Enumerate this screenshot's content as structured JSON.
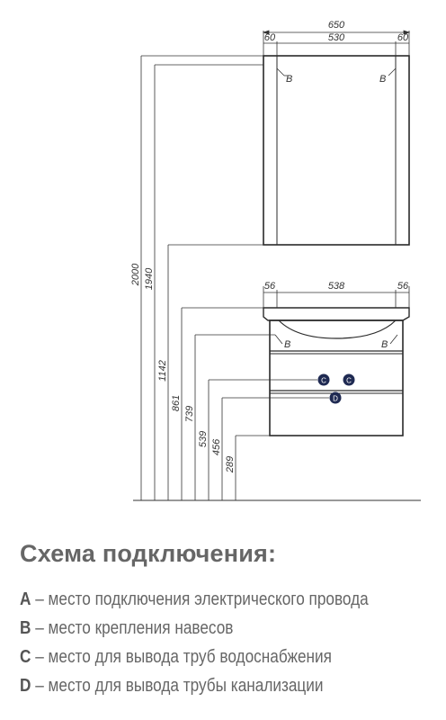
{
  "dimensions": {
    "mirror_total": "650",
    "mirror_side_left": "60",
    "mirror_inner": "530",
    "mirror_side_right": "60",
    "vanity_side_left": "56",
    "vanity_inner": "538",
    "vanity_side_right": "56",
    "h_2000": "2000",
    "h_1940": "1940",
    "h_1142": "1142",
    "h_861": "861",
    "h_739": "739",
    "h_539": "539",
    "h_456": "456",
    "h_289": "289"
  },
  "markers": {
    "b": "B",
    "c": "C",
    "d": "D"
  },
  "legend": {
    "title": "Схема подключения:",
    "items": [
      {
        "letter": "A",
        "text": " – место подключения электрического провода"
      },
      {
        "letter": "B",
        "text": " – место крепления навесов"
      },
      {
        "letter": "C",
        "text": " – место для вывода труб водоснабжения"
      },
      {
        "letter": "D",
        "text": " – место для вывода трубы канализации"
      }
    ]
  }
}
